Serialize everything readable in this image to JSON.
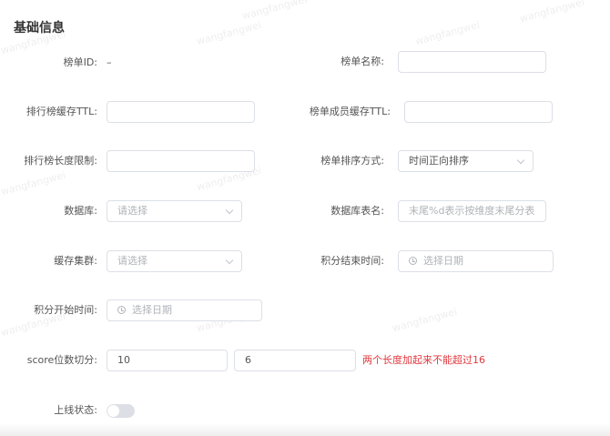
{
  "section_title": "基础信息",
  "watermark": "wangfangwei",
  "fields": {
    "board_id": {
      "label": "榜单ID:",
      "value": "–"
    },
    "board_name": {
      "label": "榜单名称:",
      "value": ""
    },
    "rank_cache_ttl": {
      "label": "排行榜缓存TTL:",
      "value": ""
    },
    "member_cache_ttl": {
      "label": "榜单成员缓存TTL:",
      "value": ""
    },
    "rank_length_limit": {
      "label": "排行榜长度限制:",
      "value": ""
    },
    "sort_mode": {
      "label": "榜单排序方式:",
      "value": "时间正向排序"
    },
    "database": {
      "label": "数据库:",
      "placeholder": "请选择"
    },
    "table_name": {
      "label": "数据库表名:",
      "placeholder": "末尾%d表示按维度末尾分表"
    },
    "cache_cluster": {
      "label": "缓存集群:",
      "placeholder": "请选择"
    },
    "score_end_time": {
      "label": "积分结束时间:",
      "placeholder": "选择日期"
    },
    "score_start_time": {
      "label": "积分开始时间:",
      "placeholder": "选择日期"
    },
    "score_split": {
      "label": "score位数切分:",
      "value1": "10",
      "value2": "6",
      "error": "两个长度加起来不能超过16"
    },
    "online_status": {
      "label": "上线状态:",
      "on": false
    }
  }
}
